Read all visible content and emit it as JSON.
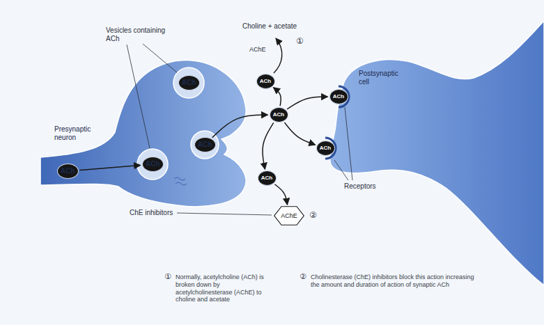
{
  "diagram": {
    "nodes": [
      {
        "text": [
          "Presynaptic neuron"
        ]
      },
      {
        "text": [
          "ACh"
        ],
        "in": 0
      },
      {
        "text": [
          "ACh"
        ],
        "in": 0
      },
      {
        "text": [
          "ACh"
        ],
        "in": 0
      },
      {
        "text": [
          "ACh"
        ],
        "in": 0
      },
      {
        "text": [
          "Postsynaptic cell"
        ]
      },
      {
        "text": [
          "ACh"
        ]
      },
      {
        "text": [
          "ACh"
        ]
      },
      {
        "text": [
          "ACh"
        ]
      },
      {
        "text": [
          "ACh"
        ]
      },
      {
        "text": [
          "ACh"
        ]
      },
      {
        "text": [
          "AChE"
        ]
      }
    ],
    "edges": [
      {
        "from": 1,
        "to": 3,
        "arrow": "to"
      },
      {
        "from": 4,
        "to": 7,
        "arrow": "to"
      },
      {
        "from": 7,
        "to": 6,
        "arrow": "to"
      },
      {
        "from": 7,
        "to": 8,
        "arrow": "to"
      },
      {
        "from": 7,
        "to": 9,
        "arrow": "to"
      },
      {
        "from": 7,
        "to": 10,
        "arrow": "to"
      },
      {
        "from": 10,
        "to": 11,
        "arrow": "to"
      }
    ],
    "labels": [
      "Vesicles containing ACh",
      "Choline + acetate",
      "AChE",
      "①",
      "ChE inhibitors",
      "②",
      "Receptors",
      "①",
      "Normally, acetylcholine (ACh) is broken down by acetylcholinesterase (AChE) to choline and acetate",
      "②",
      "Cholinesterase (ChE) inhibitors block this action increasing the amount and duration of action of synaptic ACh"
    ]
  }
}
